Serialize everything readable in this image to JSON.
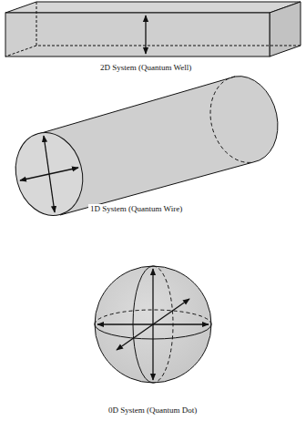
{
  "diagram": {
    "labels": [
      "2D System (Quantum Well)",
      "1D System (Quantum Wire)",
      "0D System (Quantum Dot)"
    ]
  }
}
